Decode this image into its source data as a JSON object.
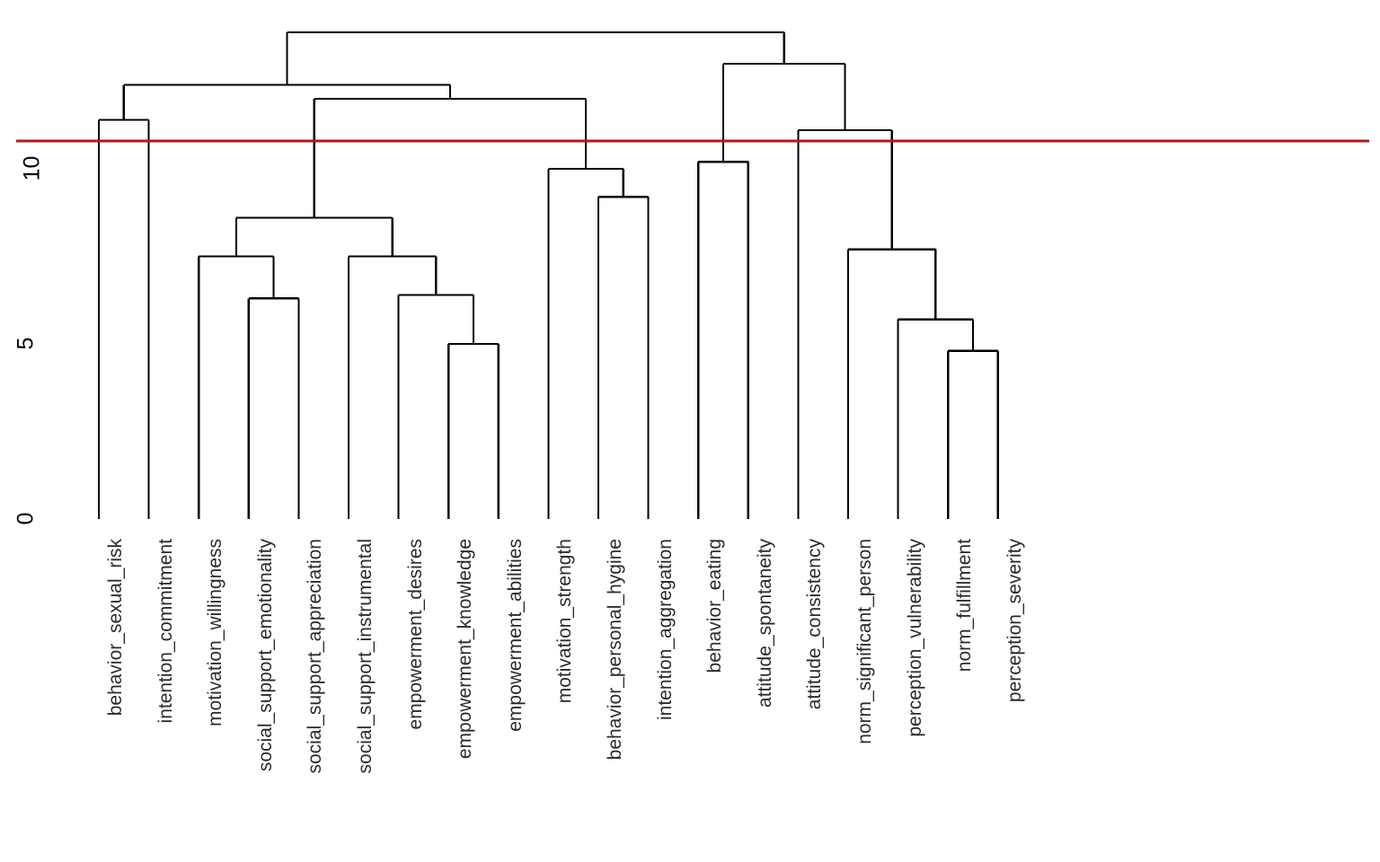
{
  "chart_data": {
    "type": "dendrogram",
    "title": "",
    "xlabel": "",
    "ylabel": "",
    "ylim": [
      0,
      14.5
    ],
    "y_ticks": [
      0,
      5,
      10
    ],
    "y_tick_labels": [
      "0",
      "5",
      "10"
    ],
    "grid": false,
    "legend": null,
    "orientation": "vertical",
    "line_color": "#000000",
    "cut_line": {
      "value": 10.8,
      "color": "#b4161d",
      "orientation": "horizontal",
      "label": ""
    },
    "leaves": [
      "behavior_sexual_risk",
      "intention_commitment",
      "motivation_willingness",
      "social_support_emotionality",
      "social_support_appreciation",
      "social_support_instrumental",
      "empowerment_desires",
      "empowerment_knowledge",
      "empowerment_abilities",
      "motivation_strength",
      "behavior_personal_hygine",
      "intention_aggregation",
      "behavior_eating",
      "attitude_spontaneity",
      "attitude_consistency",
      "norm_significant_person",
      "perception_vulnerability",
      "norm_fulfillment",
      "perception_severity"
    ],
    "merges": [
      {
        "id": "m1",
        "left": "behavior_sexual_risk",
        "right": "intention_commitment",
        "height": 11.4
      },
      {
        "id": "m2",
        "left": "motivation_willingness",
        "right": "n_sse_ssa",
        "height": 7.5
      },
      {
        "id": "n_sse_ssa",
        "left": "social_support_emotionality",
        "right": "social_support_appreciation",
        "height": 6.3
      },
      {
        "id": "m4",
        "left": "empowerment_knowledge",
        "right": "empowerment_abilities",
        "height": 5.0
      },
      {
        "id": "m5",
        "left": "empowerment_desires",
        "right": "m4",
        "height": 6.4
      },
      {
        "id": "m6",
        "left": "social_support_instrumental",
        "right": "m5",
        "height": 7.5
      },
      {
        "id": "m7",
        "left": "m2",
        "right": "m6",
        "height": 8.6
      },
      {
        "id": "m8",
        "left": "behavior_personal_hygine",
        "right": "intention_aggregation",
        "height": 9.2
      },
      {
        "id": "m9",
        "left": "motivation_strength",
        "right": "m8",
        "height": 10.0
      },
      {
        "id": "m10",
        "left": "m7",
        "right": "m9",
        "height": 12.0
      },
      {
        "id": "m11",
        "left": "m1",
        "right": "m10",
        "height": 12.4
      },
      {
        "id": "m12",
        "left": "behavior_eating",
        "right": "attitude_spontaneity",
        "height": 10.2
      },
      {
        "id": "m13",
        "left": "norm_fulfillment",
        "right": "perception_severity",
        "height": 4.8
      },
      {
        "id": "m14",
        "left": "perception_vulnerability",
        "right": "m13",
        "height": 5.7
      },
      {
        "id": "m15",
        "left": "norm_significant_person",
        "right": "m14",
        "height": 7.7
      },
      {
        "id": "m16",
        "left": "attitude_consistency",
        "right": "m15",
        "height": 11.1
      },
      {
        "id": "m17",
        "left": "m12",
        "right": "m16",
        "height": 13.0
      },
      {
        "id": "m18",
        "left": "m11",
        "right": "m17",
        "height": 13.9
      }
    ]
  },
  "axis": {
    "ticks": [
      {
        "label": "10",
        "value": 10
      },
      {
        "label": "5",
        "value": 5
      },
      {
        "label": "0",
        "value": 0
      }
    ]
  }
}
